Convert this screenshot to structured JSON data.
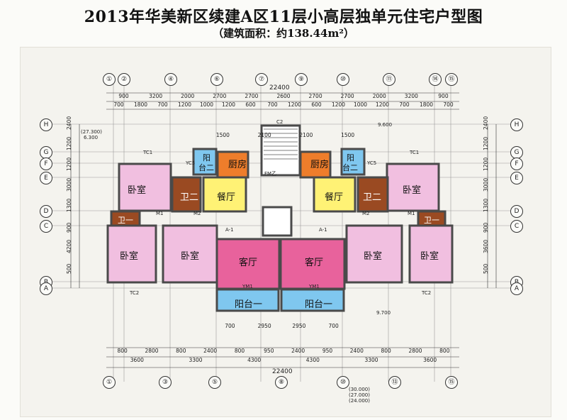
{
  "header": {
    "title": "2013年华美新区续建A区11层小高层独单元住宅户型图",
    "subtitle": "（建筑面积：约138.44m²）"
  },
  "rooms": {
    "bedroom": "卧室",
    "kitchen": "厨房",
    "dining": "餐厅",
    "living": "客厅",
    "bath1": "卫一",
    "bath2": "卫二",
    "balcony1": "阳台一",
    "balcony2_line1": "阳",
    "balcony2_line2": "台二"
  },
  "annotations": {
    "total_width": "22400",
    "elev_top_left_1": "(27.300)",
    "elev_top_left_2": "6.300",
    "elev_right": "9.600",
    "elev_bottom": "9.700",
    "elev_stack_1": "(30.000)",
    "elev_stack_2": "(27.000)",
    "elev_stack_3": "(24.000)",
    "stair_c2": "C2",
    "window_tc1": "TC1",
    "window_tc2": "TC2",
    "door_m1": "M1",
    "door_m2": "M2",
    "window_yc5": "YC5",
    "door_a1": "A-1",
    "door_ym1": "YM1",
    "fm": "FM乙"
  },
  "axes": {
    "top": [
      "①",
      "②",
      "④",
      "⑥",
      "⑦",
      "⑨",
      "⑩",
      "⑪",
      "⑭",
      "⑮"
    ],
    "bottom": [
      "①",
      "③",
      "⑤",
      "⑧",
      "⑩",
      "⑬",
      "⑮"
    ],
    "left": [
      "H",
      "G",
      "F",
      "E",
      "D",
      "C",
      "B",
      "A"
    ]
  },
  "dims": {
    "top_row1": [
      "900",
      "3200",
      "2000",
      "2700",
      "2700",
      "2600",
      "2700",
      "2700",
      "2000",
      "3200",
      "900"
    ],
    "top_row2": [
      "700",
      "1800",
      "700",
      "1200",
      "1000",
      "1200",
      "600",
      "700",
      "1200",
      "600",
      "1200",
      "1000",
      "1200",
      "700",
      "1800",
      "700"
    ],
    "kitchen_row": [
      "1500",
      "2100",
      "2100",
      "1500"
    ],
    "bottom_row1": [
      "700",
      "2950",
      "2950",
      "700"
    ],
    "bottom_row2": [
      "800",
      "2800",
      "800",
      "2400",
      "800",
      "950",
      "2400",
      "950",
      "2400",
      "800",
      "2800",
      "800"
    ],
    "bottom_row3": [
      "3600",
      "3300",
      "4300",
      "4300",
      "3300",
      "3600"
    ],
    "left_col": [
      "2400",
      "1200",
      "1200",
      "3000",
      "1300",
      "900",
      "4200",
      "500"
    ],
    "right_col": [
      "2400",
      "1200",
      "1200",
      "3000",
      "1300",
      "900",
      "3600",
      "500"
    ]
  },
  "colors": {
    "bedroom": "#f1bfe0",
    "living": "#e8629c",
    "kitchen": "#ee7d2b",
    "dining": "#fff275",
    "bath": "#9a4a22",
    "balcony": "#7fc7ef",
    "wall": "#4a4a4a"
  }
}
